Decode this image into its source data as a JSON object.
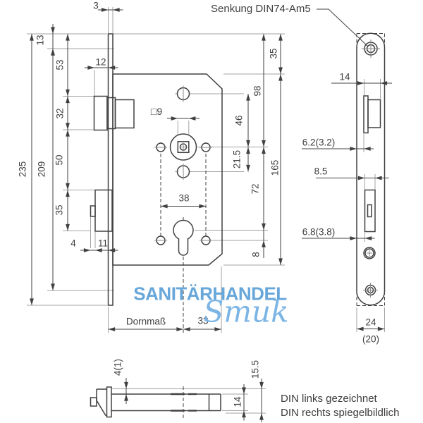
{
  "drawing": {
    "callout": "Senkung DIN74-Am5",
    "notes": [
      "DIN links gezeichnet",
      "DIN rechts spiegelbildlich"
    ],
    "watermark": {
      "brand": "SANITÄRHANDEL",
      "script": "Smuk"
    },
    "main_view": {
      "dims": {
        "faceplate_thickness": "3",
        "screw_top_offset": "13",
        "latch_top_offset": "53",
        "latch_protrusion": "12",
        "latch_height": "32",
        "latch_to_deadbolt": "50",
        "faceplate_length": "235",
        "screw_spacing": "209",
        "deadbolt_height": "35",
        "pin_protrusion": "4",
        "deadbolt_protrusion": "11",
        "case_top_offset": "35",
        "handle_height": "98",
        "hole_to_follower": "46",
        "follower_to_hole": "21.5",
        "case_height": "165",
        "follower_to_cylinder": "72",
        "cylinder_to_holes": "8",
        "spindle_square": "□9",
        "screw_hole_spacing": "38",
        "backset_label": "Dornmaß",
        "cylinder_to_edge": "33"
      }
    },
    "faceplate_view": {
      "dims": {
        "latch_width": "14",
        "latch_offset": "6.2(3.2)",
        "deadbolt_width": "8.5",
        "deadbolt_offset": "6.8(3.8)",
        "plate_width": "24",
        "plate_width_alt": "(20)"
      }
    },
    "latch_detail": {
      "dims": {
        "head_offset": "4(1)",
        "total_height": "15.5",
        "bolt_height": "14"
      }
    },
    "colors": {
      "line": "#404040",
      "extension": "#a3a3a3",
      "watermark_bold": "#68a7da",
      "watermark_script": "#7cb5e5"
    }
  }
}
